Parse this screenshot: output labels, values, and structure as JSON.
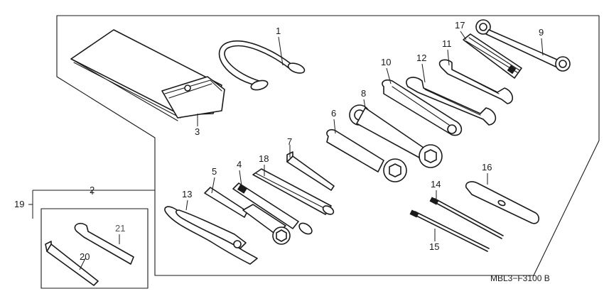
{
  "callouts": {
    "c1": "1",
    "c2": "2",
    "c3": "3",
    "c4": "4",
    "c5": "5",
    "c6": "6",
    "c7": "7",
    "c8": "8",
    "c9": "9",
    "c10": "10",
    "c11": "11",
    "c12": "12",
    "c13": "13",
    "c14": "14",
    "c15": "15",
    "c16": "16",
    "c17": "17",
    "c18": "18",
    "c19": "19",
    "c20": "20",
    "c21": "21"
  },
  "reference_code": "MBL3−F3100 B"
}
